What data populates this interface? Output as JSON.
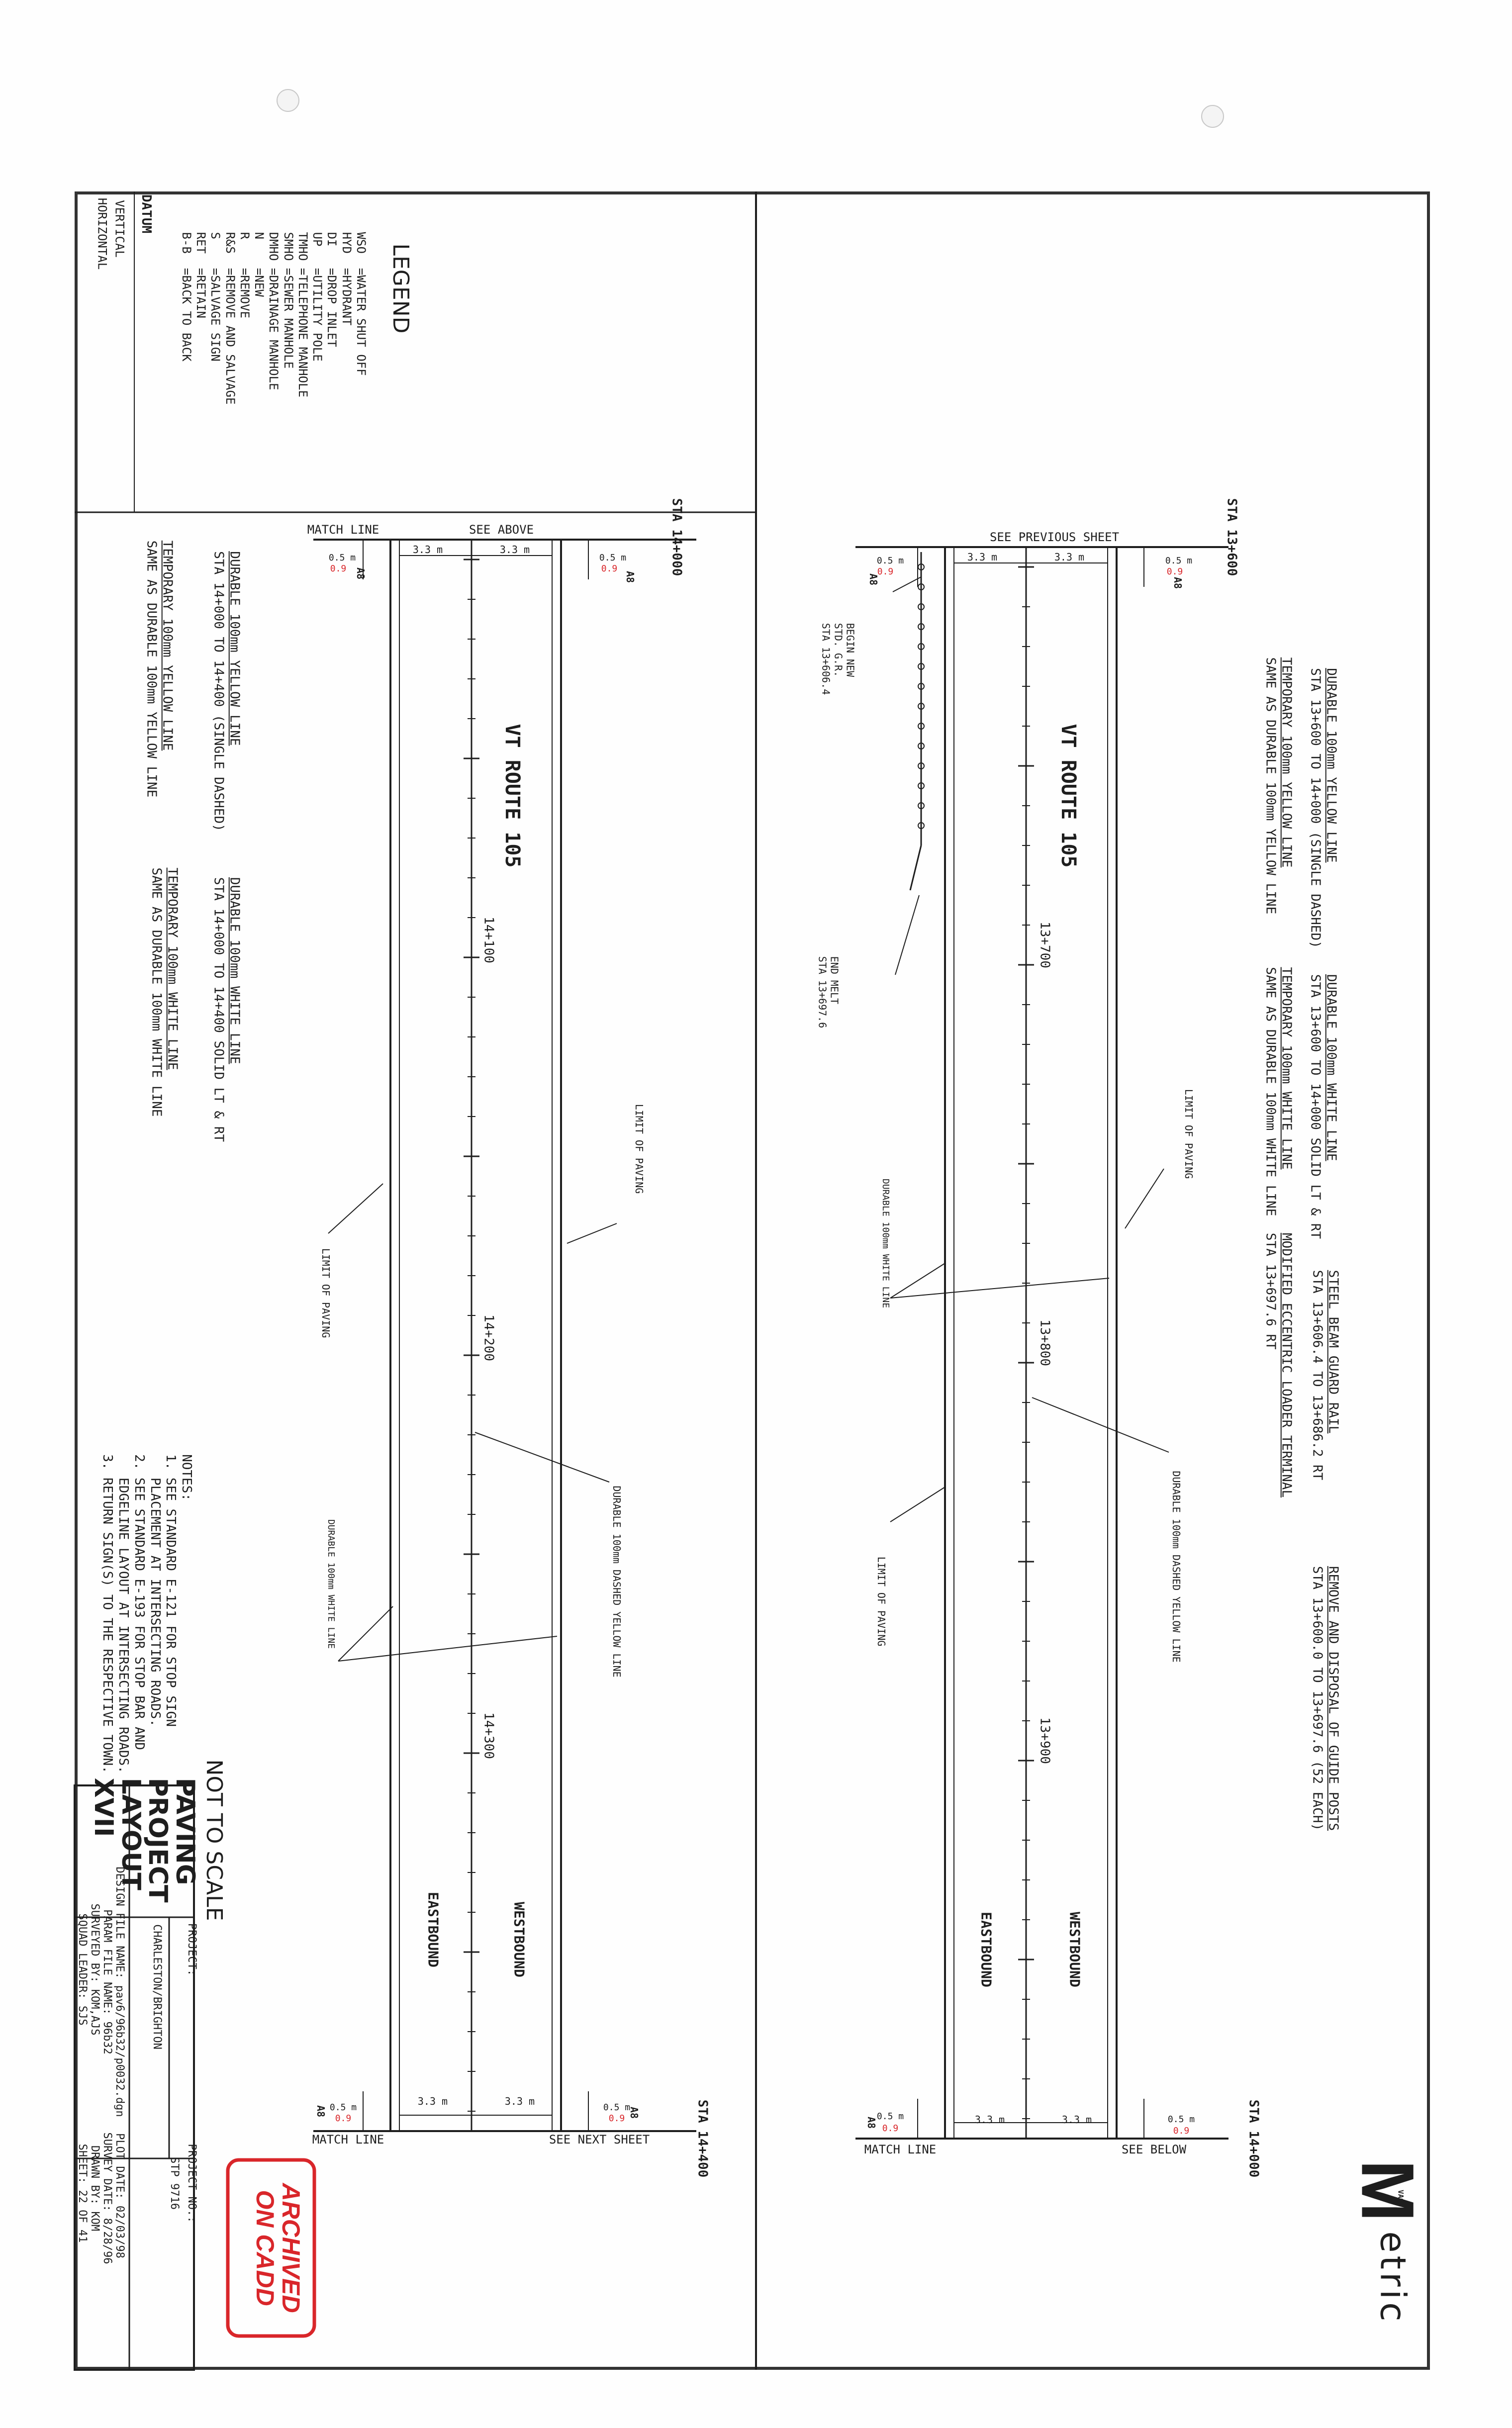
{
  "sheet": {
    "accent_red": "#d9262a",
    "line_color": "#1e1e1e"
  },
  "legend": {
    "title": "LEGEND",
    "items": [
      "WSO  =WATER SHUT OFF",
      "HYD  =HYDRANT",
      "DI   =DROP INLET",
      "UP   =UTILITY POLE",
      "TMHO =TELEPHONE MANHOLE",
      "SMHO =SEWER MANHOLE",
      "DMHO =DRAINAGE MANHOLE",
      "N    =NEW",
      "R    =REMOVE",
      "R&S  =REMOVE AND SALVAGE",
      "S    =SALVAGE SIGN",
      "RET  =RETAIN",
      "B-B  =BACK TO BACK"
    ]
  },
  "datum": {
    "title": "DATUM",
    "vertical": "VERTICAL",
    "horizontal": "HORIZONTAL"
  },
  "upper_plan": {
    "sta_start": "STA 13+600",
    "sta_end": "STA 14+000",
    "see_start": "SEE PREVIOUS SHEET",
    "see_end": "SEE BELOW",
    "match_line": "MATCH LINE",
    "route": "VT ROUTE 105",
    "stations": [
      "13+700",
      "13+800",
      "13+900"
    ],
    "westbound": "WESTBOUND",
    "eastbound": "EASTBOUND",
    "lane_width": "3.3 m",
    "offset_black": "0.5 m",
    "offset_red": "0.9",
    "a_label": "A8",
    "begin_new": "BEGIN NEW",
    "std_gr": "STD. G.R.",
    "begin_sta": "STA 13+606.4",
    "end_melt": "END MELT",
    "end_sta": "STA 13+697.6",
    "limit_of_paving": "LIMIT OF PAVING",
    "durable_white": "DURABLE 100mm WHITE LINE",
    "durable_dashed_yellow": "DURABLE 100mm DASHED YELLOW LINE"
  },
  "upper_notes": [
    {
      "title": "DURABLE 100mm YELLOW LINE",
      "lines": [
        "STA 13+600 TO 14+000 (SINGLE DASHED)"
      ]
    },
    {
      "title": "TEMPORARY 100mm YELLOW LINE",
      "lines": [
        "SAME AS DURABLE 100mm YELLOW LINE"
      ]
    },
    {
      "title": "DURABLE 100mm WHITE LINE",
      "lines": [
        "STA 13+600 TO 14+000 SOLID LT & RT"
      ]
    },
    {
      "title": "TEMPORARY 100mm WHITE LINE",
      "lines": [
        "SAME AS DURABLE 100mm WHITE LINE"
      ]
    },
    {
      "title": "STEEL BEAM GUARD RAIL",
      "lines": [
        "STA 13+606.4 TO 13+686.2 RT"
      ]
    },
    {
      "title": "MODIFIED ECCENTRIC LOADER TERMINAL",
      "lines": [
        "STA 13+697.6 RT"
      ]
    },
    {
      "title": "REMOVE AND DISPOSAL OF GUIDE POSTS",
      "lines": [
        "STA 13+600.0 TO 13+697.6 (52 EACH)"
      ]
    }
  ],
  "lower_plan": {
    "sta_start": "STA 14+000",
    "sta_end": "STA 14+400",
    "see_start": "SEE ABOVE",
    "see_end": "SEE NEXT SHEET",
    "match_line": "MATCH LINE",
    "route": "VT ROUTE 105",
    "stations": [
      "14+100",
      "14+200",
      "14+300"
    ],
    "westbound": "WESTBOUND",
    "eastbound": "EASTBOUND",
    "lane_width": "3.3 m",
    "offset_black": "0.5 m",
    "offset_red": "0.9",
    "a_label": "A8",
    "limit_of_paving": "LIMIT OF PAVING",
    "durable_white": "DURABLE 100mm WHITE LINE",
    "durable_dashed_yellow": "DURABLE 100mm DASHED YELLOW LINE"
  },
  "lower_notes": [
    {
      "title": "DURABLE 100mm YELLOW LINE",
      "lines": [
        "STA 14+000 TO 14+400 (SINGLE DASHED)"
      ]
    },
    {
      "title": "TEMPORARY 100mm YELLOW LINE",
      "lines": [
        "SAME AS DURABLE 100mm YELLOW LINE"
      ]
    },
    {
      "title": "DURABLE 100mm WHITE LINE",
      "lines": [
        "STA 14+000 TO 14+400 SOLID LT & RT"
      ]
    },
    {
      "title": "TEMPORARY 100mm WHITE LINE",
      "lines": [
        "SAME AS DURABLE 100mm WHITE LINE"
      ]
    }
  ],
  "notes": {
    "title": "NOTES:",
    "items": [
      "1. SEE STANDARD E-121 FOR STOP SIGN",
      "   PLACEMENT AT INTERSECTING ROADS.",
      "2. SEE STANDARD E-193 FOR STOP BAR AND",
      "   EDGELINE LAYOUT AT INTERSECTING ROADS.",
      "3. RETURN SIGN(S) TO THE RESPECTIVE TOWN."
    ]
  },
  "not_to_scale": "NOT TO SCALE",
  "title_block": {
    "sheet_title": [
      "PAVING",
      "PROJECT",
      "LAYOUT",
      "XVII"
    ],
    "project_label": "PROJECT:",
    "project_name": "CHARLESTON/BRIGHTON",
    "project_no_label": "PROJECT NO.:",
    "project_no": "STP 9716",
    "design_file": "DESIGN FILE NAME: pav6/96b32/p0032.dgn",
    "param_file": "PARAM FILE NAME: 96b32",
    "plot_date": "PLOT DATE: 02/03/98",
    "surveyed_by": "SURVEYED BY: KOM,AJS",
    "survey_date": "SURVEY DATE: 8/28/96",
    "squad_leader": "SQUAD LEADER: SJS",
    "drawn_by": "DRAWN BY: KOM",
    "sheet_of": "SHEET: 22  OF  41"
  },
  "stamp": {
    "line1": "ARCHIVED",
    "line2": "ON CADD"
  },
  "logo": {
    "mark": "M",
    "small": "VAOT",
    "word": "etric"
  }
}
